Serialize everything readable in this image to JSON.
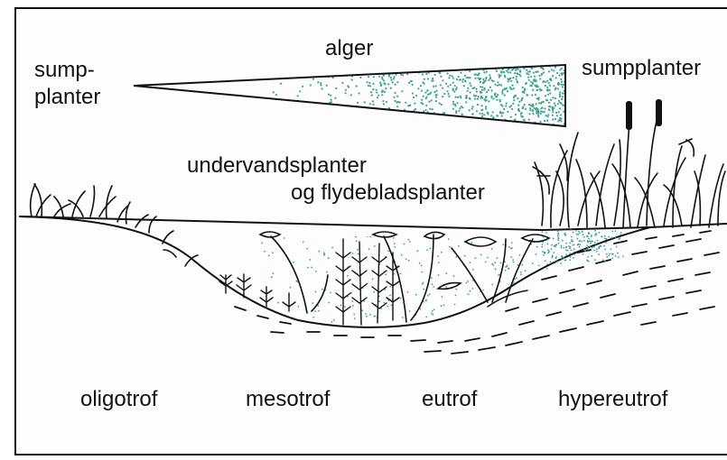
{
  "labels": {
    "sump_line1": "sump-",
    "sump_line2": "planter",
    "alger": "alger",
    "sumpplanter": "sumpplanter",
    "undervand_line1": "undervandsplanter",
    "undervand_line2": "og flydebladsplanter"
  },
  "trophic_states": [
    "oligotrof",
    "mesotrof",
    "eutrof",
    "hypereutrof"
  ],
  "colors": {
    "stipple": "#3aa38f",
    "ink": "#111111"
  }
}
